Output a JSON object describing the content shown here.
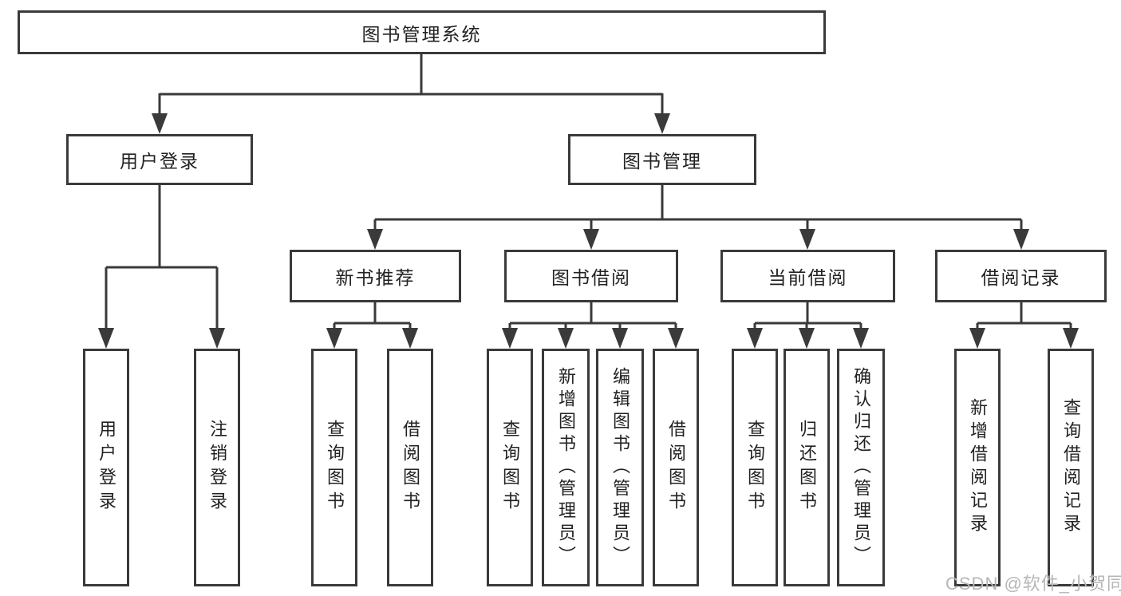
{
  "colors": {
    "line": "#3a3a3a",
    "box_border": "#3a3a3a",
    "text": "#222222",
    "watermark": "#b6b6b6",
    "background": "#ffffff"
  },
  "tree": {
    "root": {
      "label": "图书管理系统"
    },
    "level2": [
      {
        "label": "用户登录"
      },
      {
        "label": "图书管理"
      }
    ],
    "level3": [
      {
        "label": "新书推荐"
      },
      {
        "label": "图书借阅"
      },
      {
        "label": "当前借阅"
      },
      {
        "label": "借阅记录"
      }
    ],
    "leaves": {
      "user_login": [
        {
          "label": "用户登录"
        },
        {
          "label": "注销登录"
        }
      ],
      "new_book_recommend": [
        {
          "label": "查询图书"
        },
        {
          "label": "借阅图书"
        }
      ],
      "book_borrow": [
        {
          "label": "查询图书"
        },
        {
          "label": "新增图书（管理员）"
        },
        {
          "label": "编辑图书（管理员）"
        },
        {
          "label": "借阅图书"
        }
      ],
      "current_borrow": [
        {
          "label": "查询图书"
        },
        {
          "label": "归还图书"
        },
        {
          "label": "确认归还（管理员）"
        }
      ],
      "borrow_records": [
        {
          "label": "新增借阅记录"
        },
        {
          "label": "查询借阅记录"
        }
      ]
    }
  },
  "watermark": {
    "text": "CSDN @软件_小贺同学"
  }
}
